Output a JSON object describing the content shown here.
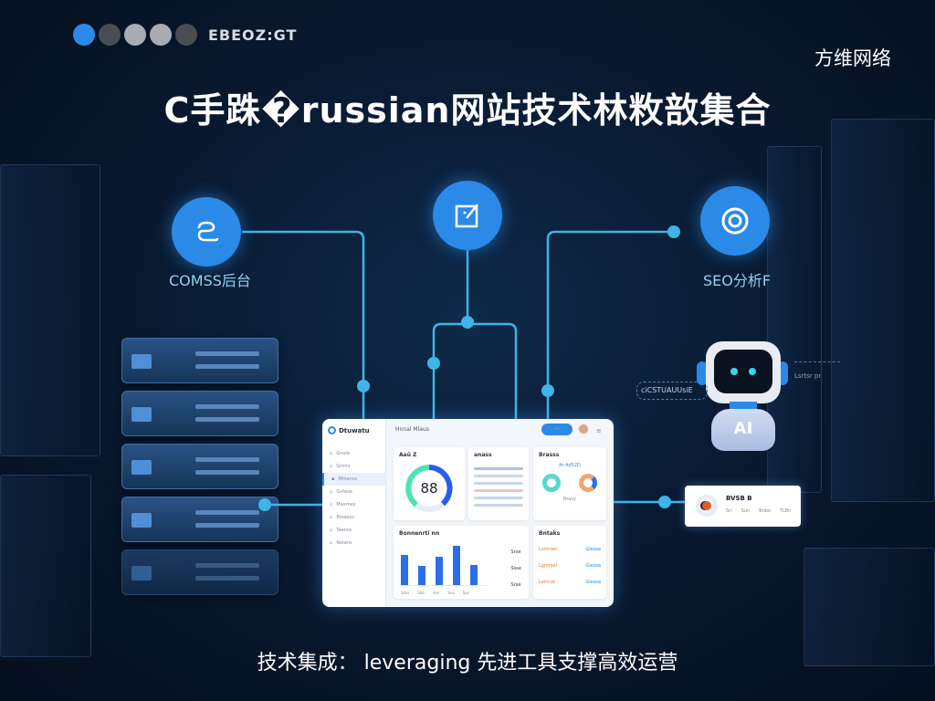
{
  "header": {
    "logo_text": "EBEOZ:GT",
    "brand": "方维网络",
    "title": "C手跦�russian网站技术林敉敨集合"
  },
  "nodes": [
    {
      "label": "COMSS后台",
      "icon": "cms-icon"
    },
    {
      "label": "",
      "icon": "edit-icon"
    },
    {
      "label": "SEO分析F",
      "icon": "target-icon"
    }
  ],
  "dashboard": {
    "app_name": "Dtuwatu",
    "breadcrumb": "Hnnal  Mlaus",
    "action_label": "···",
    "nav": [
      "Gnsre",
      "Grnirs",
      "Mmenss",
      "Gvtese",
      "Maxmes",
      "Rtseess",
      "Teanss",
      "Nstans"
    ],
    "gauge": {
      "title": "Aaŭ Z",
      "value": "88",
      "fraction": 0.88
    },
    "list_card_title": "anass",
    "donut_card_title": "Brasss",
    "donut_card_sub": "Ar AdS2D",
    "donut_card_caption": "Brasy",
    "bar_card_title": "Bonnenrti nn",
    "bar_values": [
      0.55,
      0.35,
      0.52,
      0.72,
      0.36
    ],
    "bar_ticks": [
      "Sass",
      "Sba",
      "Ann",
      "Ssa",
      "Sas"
    ],
    "bar_side": [
      "Srse",
      "Ssse",
      "Srse"
    ],
    "right_card_title": "Bntaks",
    "right_rows": [
      "Lsmrser",
      "Lgmrsel",
      "Lsmrse"
    ],
    "right_vals": [
      "Glessa",
      "Glessa",
      "Glessa"
    ],
    "colors": {
      "accent": "#2b8ae8",
      "gauge_green": "#4de3b0",
      "gauge_blue": "#2a5ee8"
    }
  },
  "robot": {
    "label": "AI",
    "callout_left": "ciCSTUAUUsiE",
    "callout_right": "Lsrtsr pr"
  },
  "info_card": {
    "title": "BVSB B",
    "meta": [
      "Sri",
      "Sun",
      "Bnbo",
      "TLBn"
    ]
  },
  "footer": "技术集成： leveraging 先进工具支撑高效运营"
}
